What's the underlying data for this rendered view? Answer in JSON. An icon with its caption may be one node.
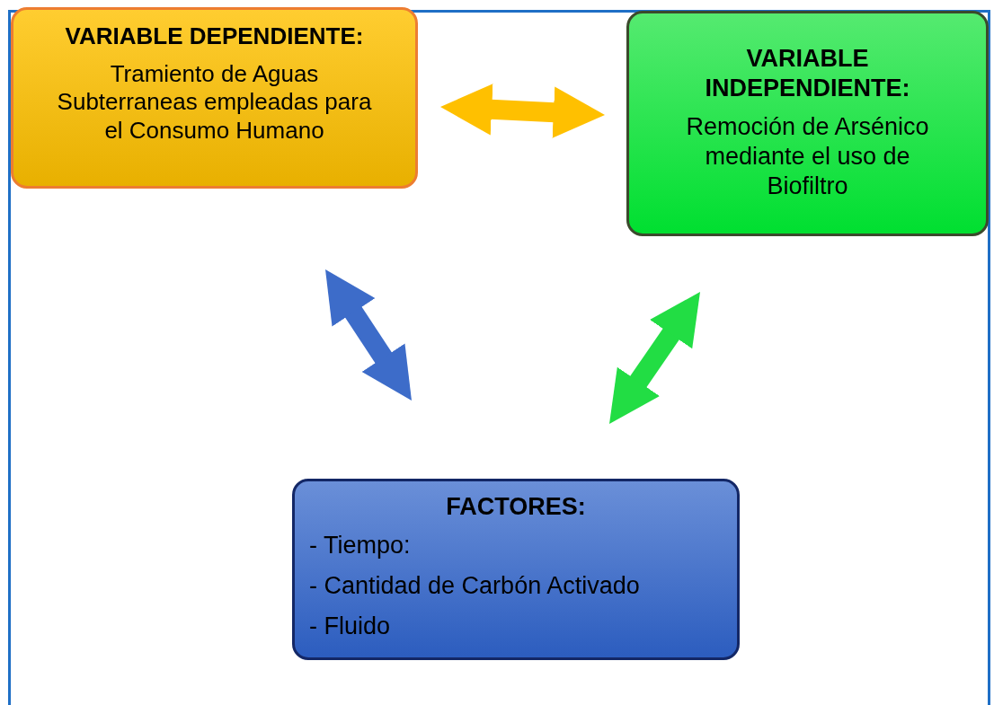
{
  "diagram": {
    "nodes": [
      {
        "text": [
          "VARIABLE DEPENDIENTE:",
          "Tramiento de Aguas Subterraneas empleadas para el Consumo Humano"
        ]
      },
      {
        "text": [
          "VARIABLE INDEPENDIENTE:",
          "Remoción de Arsénico mediante el uso de Biofiltro"
        ]
      },
      {
        "text": [
          "FACTORES:",
          "- Tiempo:",
          "- Cantidad de Carbón Activado",
          "- Fluido"
        ]
      }
    ],
    "edges": [
      {
        "from": 0,
        "to": 1,
        "arrow": "both",
        "color": "#ffc000"
      },
      {
        "from": 0,
        "to": 2,
        "arrow": "both",
        "color": "#3d6cc9"
      },
      {
        "from": 1,
        "to": 2,
        "arrow": "both",
        "color": "#22dd44"
      }
    ]
  }
}
